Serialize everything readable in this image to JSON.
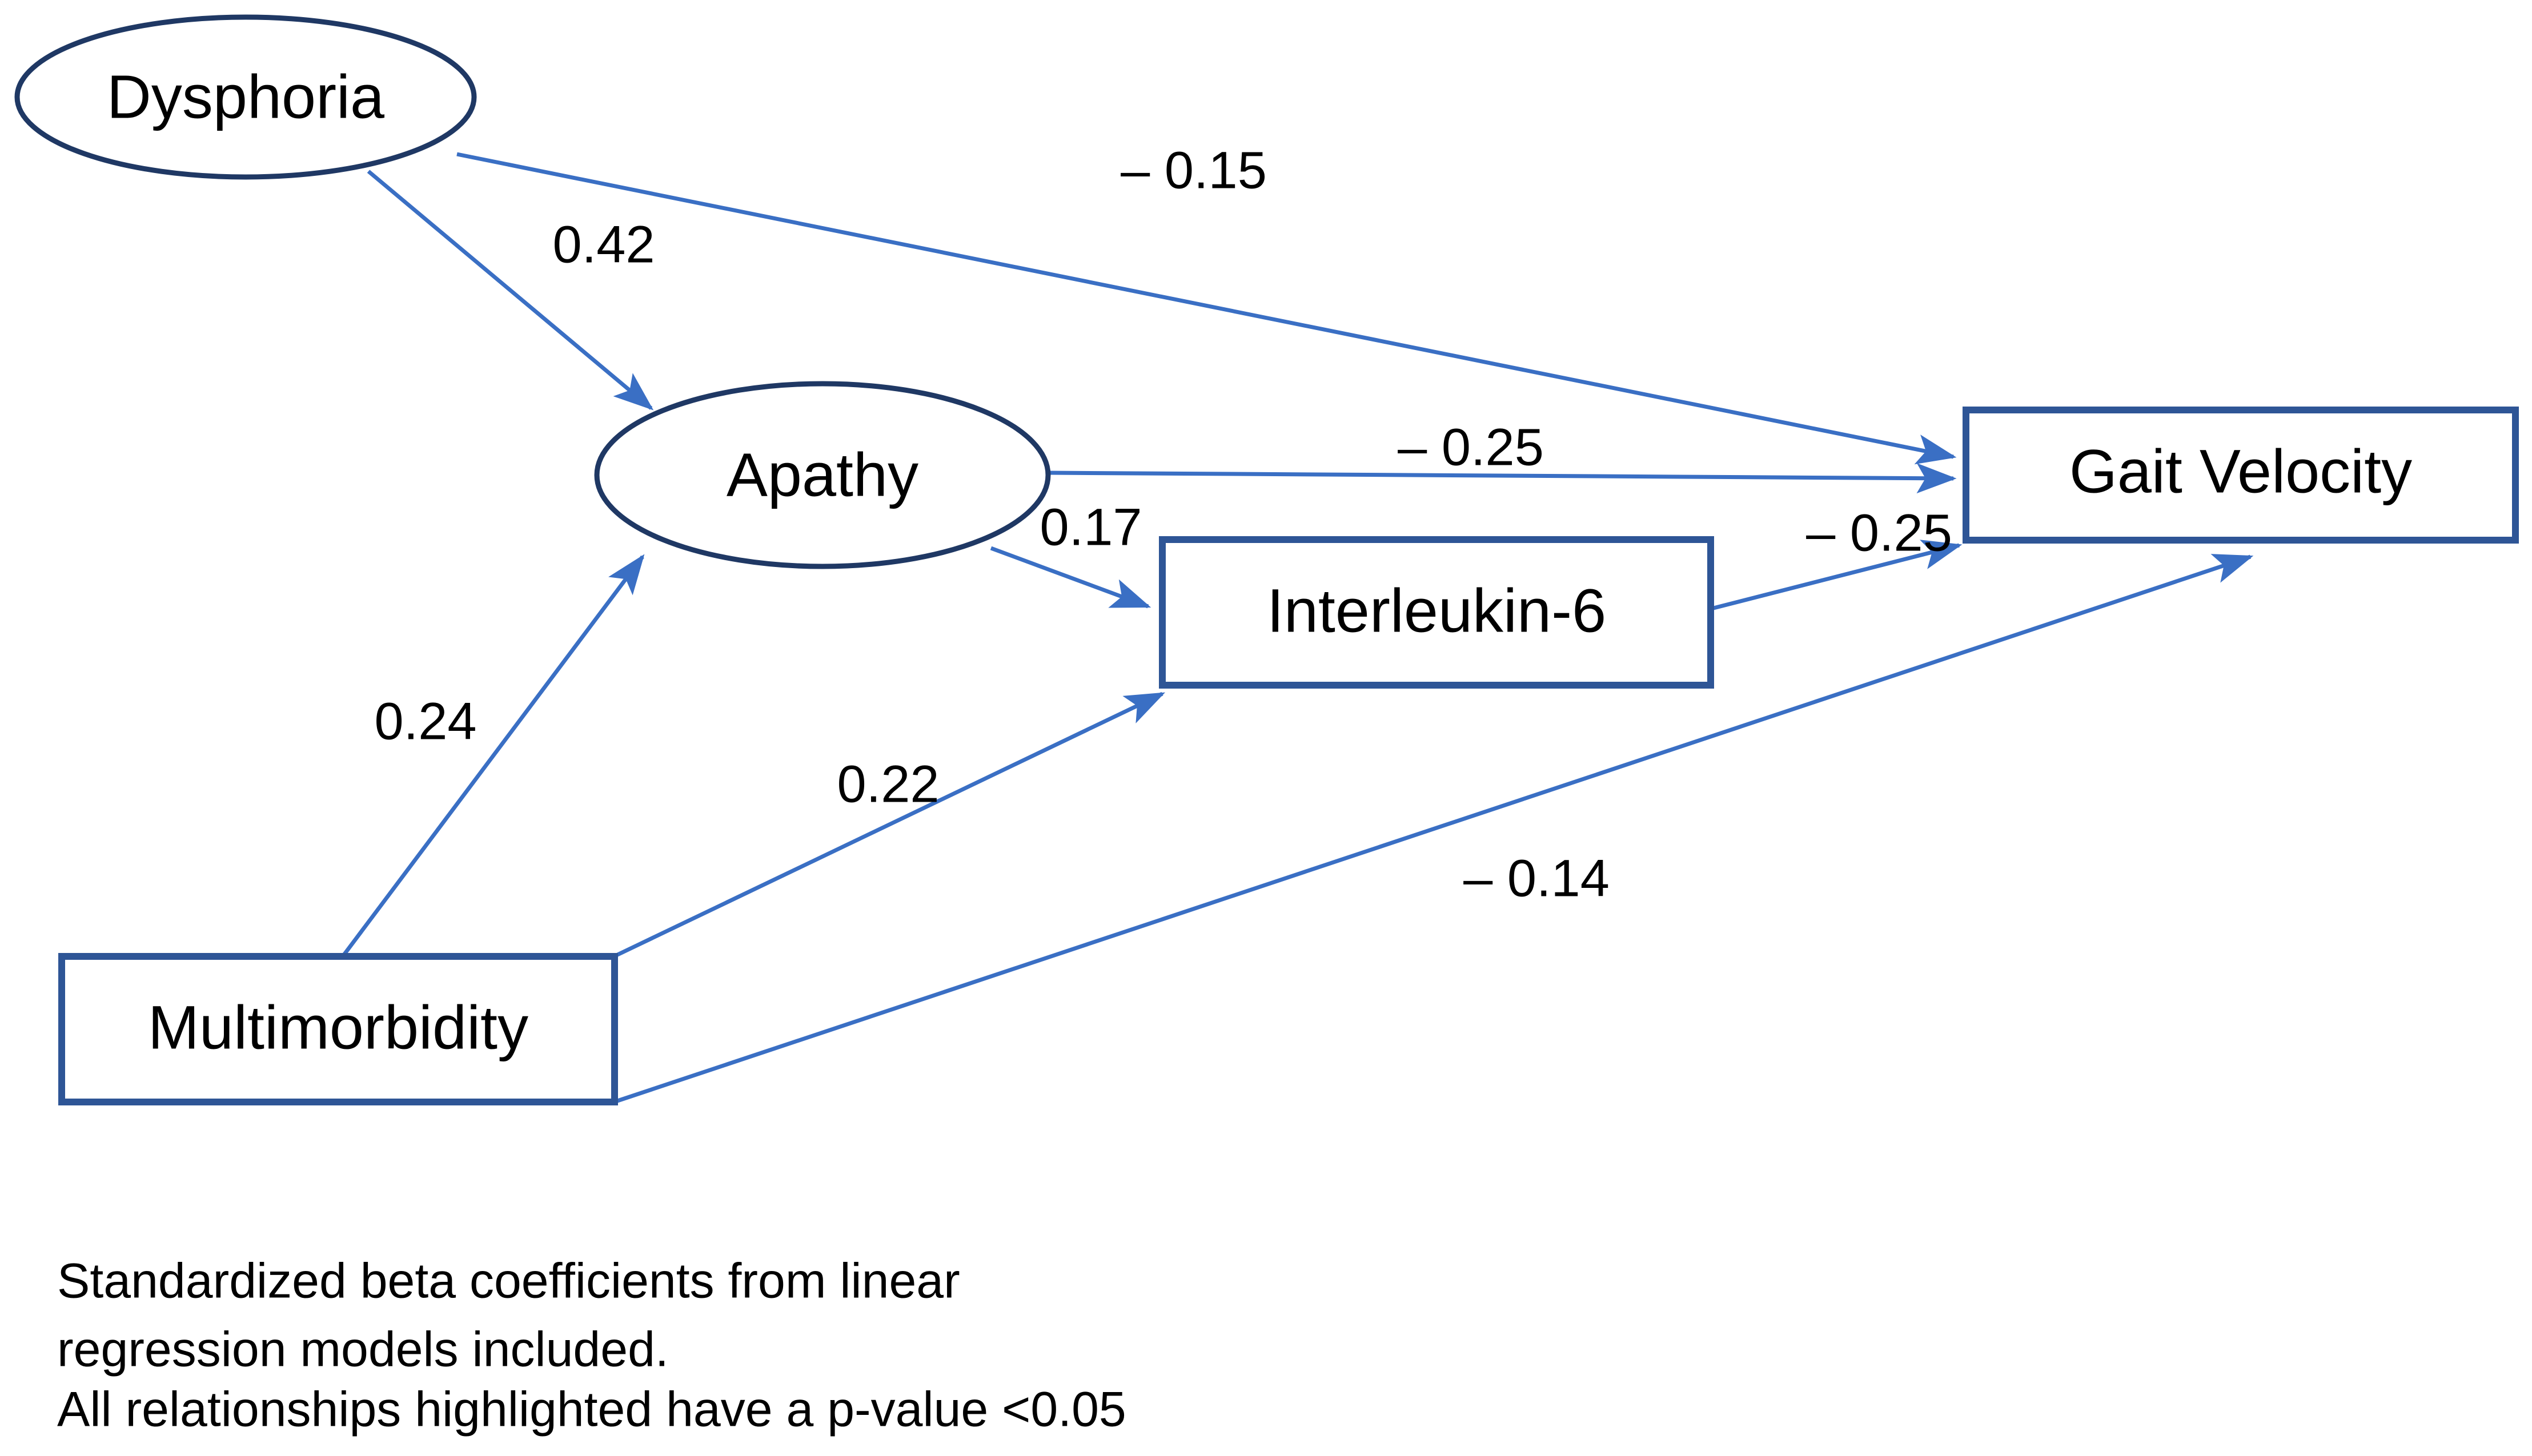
{
  "figure": {
    "type": "path-diagram",
    "background_color": "#ffffff",
    "node_outline_ellipse_color": "#1F3864",
    "node_outline_rect_color": "#2E5596",
    "edge_color": "#3A6FC4",
    "text_color": "#000000"
  },
  "nodes": {
    "dysphoria": {
      "label": "Dysphoria",
      "shape": "ellipse"
    },
    "apathy": {
      "label": "Apathy",
      "shape": "ellipse"
    },
    "interleukin6": {
      "label": "Interleukin-6",
      "shape": "rectangle"
    },
    "multimorbidity": {
      "label": "Multimorbidity",
      "shape": "rectangle"
    },
    "gait_velocity": {
      "label": "Gait Velocity",
      "shape": "rectangle"
    }
  },
  "edges": [
    {
      "from": "Dysphoria",
      "to": "Apathy",
      "label": "0.42",
      "value": 0.42,
      "sign": "positive"
    },
    {
      "from": "Dysphoria",
      "to": "Gait Velocity",
      "label": "– 0.15",
      "value": -0.15,
      "sign": "negative"
    },
    {
      "from": "Apathy",
      "to": "Gait Velocity",
      "label": "– 0.25",
      "value": -0.25,
      "sign": "negative"
    },
    {
      "from": "Apathy",
      "to": "Interleukin-6",
      "label": "0.17",
      "value": 0.17,
      "sign": "positive"
    },
    {
      "from": "Interleukin-6",
      "to": "Gait Velocity",
      "label": "– 0.25",
      "value": -0.25,
      "sign": "negative"
    },
    {
      "from": "Multimorbidity",
      "to": "Apathy",
      "label": "0.24",
      "value": 0.24,
      "sign": "positive"
    },
    {
      "from": "Multimorbidity",
      "to": "Interleukin-6",
      "label": "0.22",
      "value": 0.22,
      "sign": "positive"
    },
    {
      "from": "Multimorbidity",
      "to": "Gait Velocity",
      "label": "– 0.14",
      "value": -0.14,
      "sign": "negative"
    }
  ],
  "edge_labels": {
    "dysphoria_apathy": "0.42",
    "dysphoria_gait": "– 0.15",
    "apathy_gait": "– 0.25",
    "apathy_il6": "0.17",
    "il6_gait": "– 0.25",
    "multi_apathy": "0.24",
    "multi_il6": "0.22",
    "multi_gait": "– 0.14"
  },
  "caption": {
    "line1": "Standardized beta coefficients from linear",
    "line2": "regression models included.",
    "line3": "All relationships highlighted have a p-value <0.05"
  }
}
